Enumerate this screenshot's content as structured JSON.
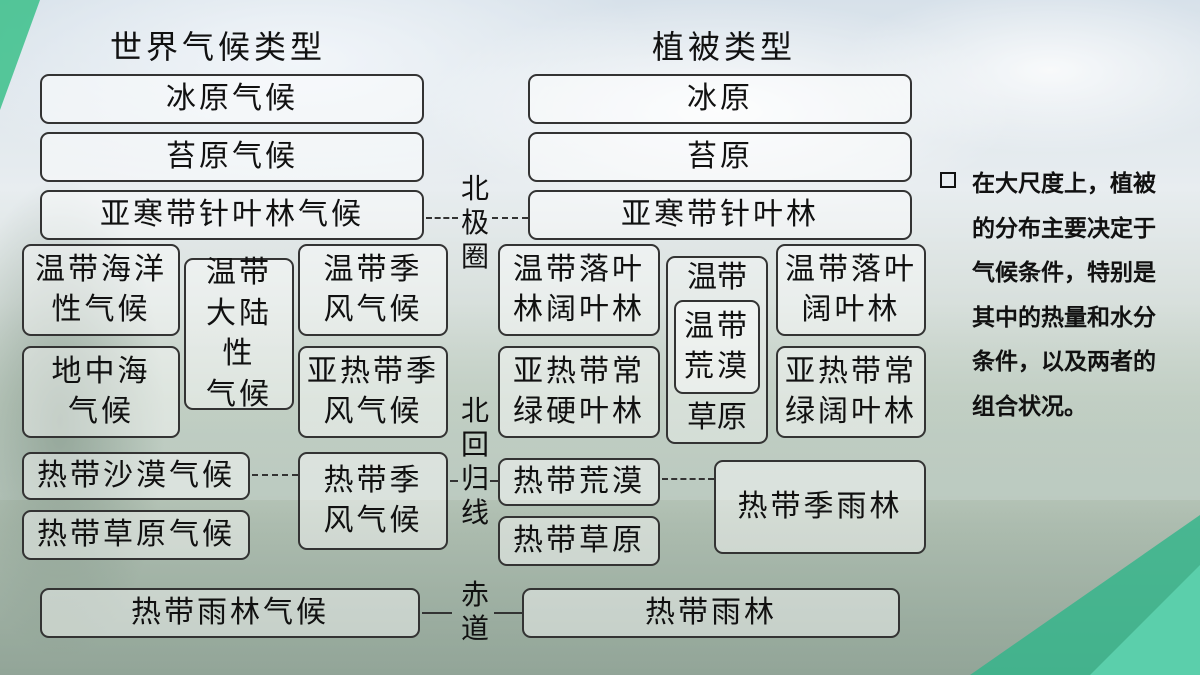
{
  "headers": {
    "left": "世界气候类型",
    "right": "植被类型"
  },
  "climate": {
    "ice": "冰原气候",
    "tundra": "苔原气候",
    "subarctic": "亚寒带针叶林气候",
    "temperate_maritime": "温带海洋\n性气候",
    "temperate_continental": "温带\n大陆性\n气候",
    "temperate_monsoon": "温带季\n风气候",
    "mediterranean": "地中海\n气候",
    "subtropical_monsoon": "亚热带季\n风气候",
    "tropical_desert": "热带沙漠气候",
    "tropical_savanna": "热带草原气候",
    "tropical_monsoon": "热带季\n风气候",
    "tropical_rainforest": "热带雨林气候"
  },
  "vegetation": {
    "ice": "冰原",
    "tundra": "苔原",
    "taiga": "亚寒带针叶林",
    "temperate_deciduous_broadleaf": "温带落叶\n林阔叶林",
    "temperate_top": "温带",
    "temperate_desert": "温带\n荒漠",
    "temperate_grass": "草原",
    "temperate_deciduous_right": "温带落叶\n阔叶林",
    "subtropical_sclerophyll": "亚热带常\n绿硬叶林",
    "subtropical_evergreen_broadleaf": "亚热带常\n绿阔叶林",
    "tropical_desert": "热带荒漠",
    "tropical_savanna": "热带草原",
    "tropical_monsoon_forest": "热带季雨林",
    "tropical_rainforest": "热带雨林"
  },
  "lines": {
    "arctic_circle": "北\n极\n圈",
    "tropic_cancer": "北\n回\n归\n线",
    "equator": "赤\n道"
  },
  "note": {
    "text": "在大尺度上，植被的分布主要决定于气候条件，特别是其中的热量和水分条件，以及两者的组合状况。"
  },
  "colors": {
    "accent_green": "#3bbf8a",
    "border": "#333333"
  }
}
